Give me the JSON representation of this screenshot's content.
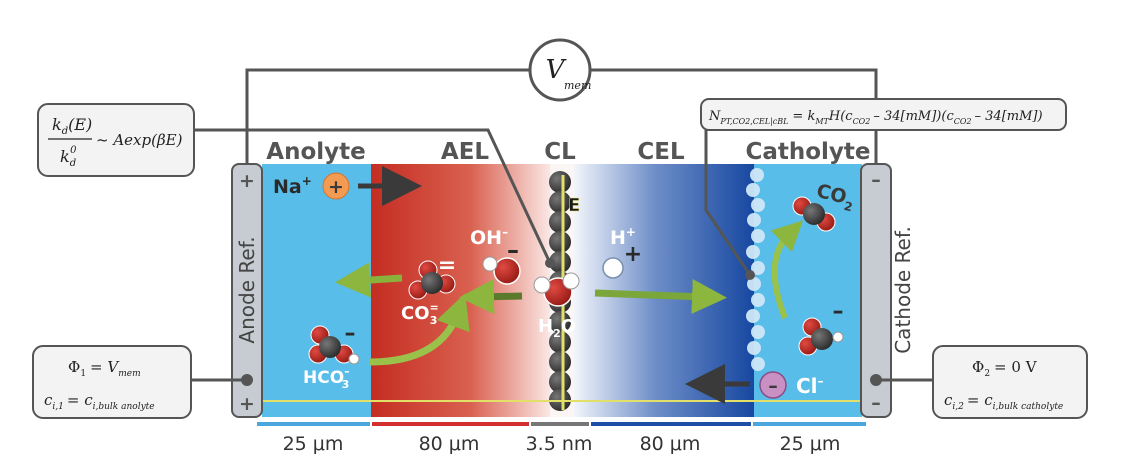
{
  "regions": {
    "anolyte": "Anolyte",
    "ael": "AEL",
    "cl": "CL",
    "cel": "CEL",
    "catholyte": "Catholyte"
  },
  "dimensions": {
    "anolyte": "25 μm",
    "ael": "80 μm",
    "cl": "3.5 nm",
    "cel": "80 μm",
    "catholyte": "25 μm"
  },
  "electrodes": {
    "anode": "Anode Ref.",
    "cathode": "Cathode Ref.",
    "plus": "+",
    "minus": "–"
  },
  "voltmeter": {
    "symbol": "V",
    "subscript": "mem"
  },
  "field_label": "E",
  "species": {
    "na_label": "Na",
    "na_sup": "+",
    "na_charge": "+",
    "oh_label": "OH",
    "oh_sup": "–",
    "oh_charge": "–",
    "h_label": "H",
    "h_sup": "+",
    "h_charge": "+",
    "co3_label": "CO",
    "co3_sub": "3",
    "co3_sup": "=",
    "co3_charge": "=",
    "hco3_label": "HCO",
    "hco3_sub": "3",
    "hco3_sup": "–",
    "hco3_charge": "–",
    "h2o_label": "H",
    "h2o_sub": "2",
    "h2o_o": "O",
    "co2_label": "CO",
    "co2_sub": "2",
    "cl_label": "Cl",
    "cl_sup": "–",
    "cl_charge": "–",
    "product_charge": "–"
  },
  "equations": {
    "rate_num": "k",
    "rate_num_sub": "d",
    "rate_num_arg": "(E)",
    "rate_den": "k",
    "rate_den_sub": "d",
    "rate_den_sup": "0",
    "rate_rhs": "~ Aexp(βE)",
    "flux": "N",
    "flux_sub": "PT,CO2,CEL|cBL",
    "flux_rhs": "= k",
    "flux_rhs_sub": "MT",
    "flux_rhs2": "H(c",
    "flux_c_sub": "CO2",
    "flux_rhs3": "– 34[mM])(c",
    "flux_c_sub2": "CO2",
    "flux_rhs4": "– 34[mM])",
    "phi1": "Φ",
    "phi1_sub": "1",
    "phi1_rhs": "= V",
    "phi1_rhs_sub": "mem",
    "c1": "c",
    "c1_sub": "i,1",
    "c1_rhs": "= c",
    "c1_rhs_sub": "i,bulk anolyte",
    "phi2": "Φ",
    "phi2_sub": "2",
    "phi2_rhs": "= 0 V",
    "c2": "c",
    "c2_sub": "i,2",
    "c2_rhs": "= c",
    "c2_rhs_sub": "i,bulk catholyte"
  }
}
